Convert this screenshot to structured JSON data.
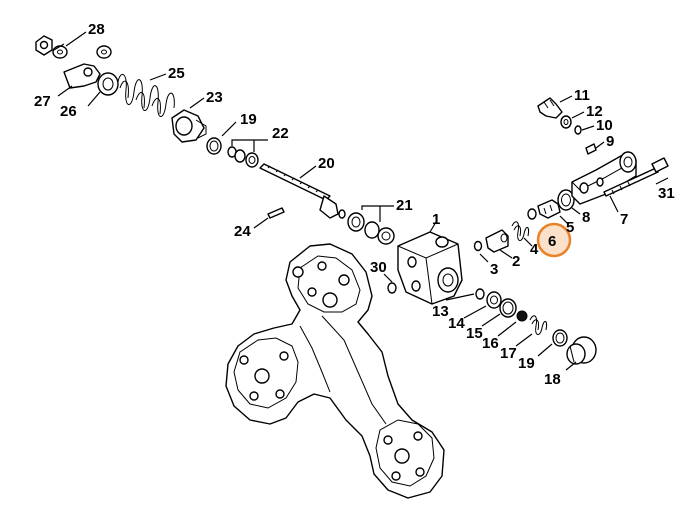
{
  "diagram": {
    "highlight_color": "#e8822a",
    "highlight_fill": "#fbe1c9",
    "highlighted_callout": "6",
    "callouts": {
      "c1": "1",
      "c2": "2",
      "c3": "3",
      "c4": "4",
      "c5": "5",
      "c6": "6",
      "c7": "7",
      "c8": "8",
      "c9": "9",
      "c10": "10",
      "c11": "11",
      "c12": "12",
      "c13": "13",
      "c14": "14",
      "c15": "15",
      "c16": "16",
      "c17": "17",
      "c18": "18",
      "c19a": "19",
      "c19b": "19",
      "c20": "20",
      "c21": "21",
      "c22": "22",
      "c23": "23",
      "c24": "24",
      "c25": "25",
      "c26": "26",
      "c27": "27",
      "c28": "28",
      "c30": "30",
      "c31": "31"
    }
  }
}
